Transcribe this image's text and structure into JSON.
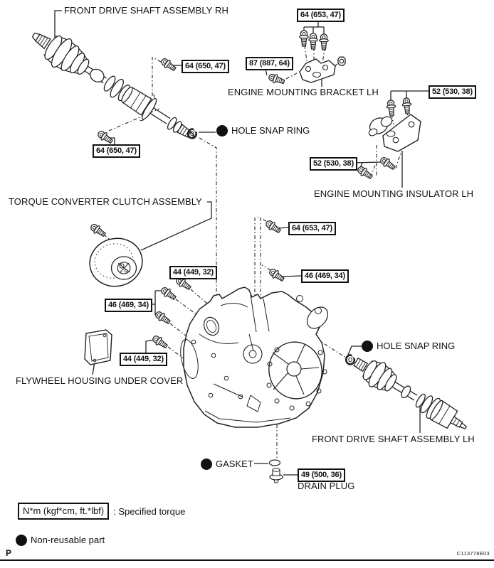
{
  "figure": {
    "footer_left": "P",
    "figure_code": "C113778E03"
  },
  "labels": {
    "front_drive_shaft_rh": "FRONT DRIVE SHAFT ASSEMBLY RH",
    "engine_mounting_bracket_lh": "ENGINE MOUNTING BRACKET LH",
    "engine_mounting_insulator_lh": "ENGINE MOUNTING INSULATOR LH",
    "hole_snap_ring_upper": "HOLE SNAP RING",
    "torque_converter_clutch_assembly": "TORQUE CONVERTER CLUTCH ASSEMBLY",
    "flywheel_housing_under_cover": "FLYWHEEL HOUSING UNDER COVER",
    "hole_snap_ring_lower": "HOLE SNAP RING",
    "front_drive_shaft_lh": "FRONT DRIVE SHAFT ASSEMBLY LH",
    "gasket": "GASKET",
    "drain_plug": "DRAIN PLUG"
  },
  "torque_specs": {
    "rh_shaft_bolt": "64 (650, 47)",
    "bracket_top_bolts": "64 (653, 47)",
    "bracket_side_bolt": "87 (887, 64)",
    "insulator_top_bolts": "52 (530, 38)",
    "rh_shaft_lower_bolt": "64 (650, 47)",
    "insulator_lower_bolts": "52 (530, 38)",
    "case_upper_right_bolt": "64 (653, 47)",
    "case_upper_bolt": "44 (449, 32)",
    "case_right_bolt": "46 (469, 34)",
    "case_left_bolts": "46 (469, 34)",
    "case_lower_bolt": "44 (449, 32)",
    "drain_plug": "49 (500, 36)"
  },
  "legend": {
    "torque_unit_box": "N*m (kgf*cm, ft.*lbf)",
    "torque_caption": ": Specified torque",
    "non_reusable_caption": "Non-reusable part"
  },
  "colors": {
    "ink": "#1a1a1a",
    "background": "#ffffff"
  }
}
